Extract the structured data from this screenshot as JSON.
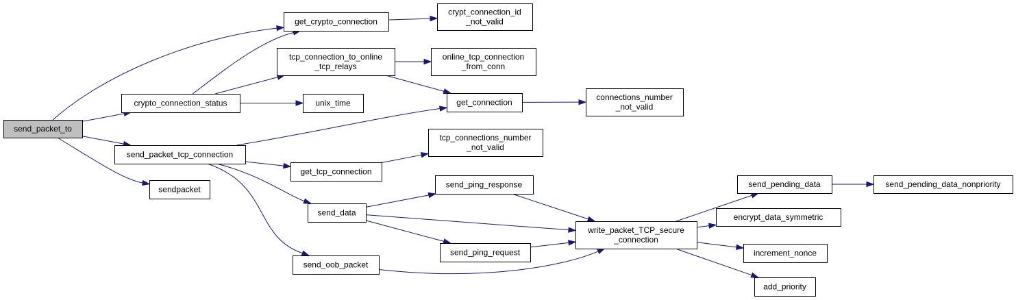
{
  "nodes": [
    {
      "id": "send_packet_to",
      "lines": [
        "send_packet_to"
      ],
      "root": true
    },
    {
      "id": "get_crypto_connection",
      "lines": [
        "get_crypto_connection"
      ]
    },
    {
      "id": "crypt_connection_id_not_valid",
      "lines": [
        "crypt_connection_id",
        "_not_valid"
      ]
    },
    {
      "id": "tcp_connection_to_online_tcp_relays",
      "lines": [
        "tcp_connection_to_online",
        "_tcp_relays"
      ]
    },
    {
      "id": "online_tcp_connection_from_conn",
      "lines": [
        "online_tcp_connection",
        "_from_conn"
      ]
    },
    {
      "id": "crypto_connection_status",
      "lines": [
        "crypto_connection_status"
      ]
    },
    {
      "id": "unix_time",
      "lines": [
        "unix_time"
      ]
    },
    {
      "id": "get_connection",
      "lines": [
        "get_connection"
      ]
    },
    {
      "id": "connections_number_not_valid",
      "lines": [
        "connections_number",
        "_not_valid"
      ]
    },
    {
      "id": "send_packet_tcp_connection",
      "lines": [
        "send_packet_tcp_connection"
      ]
    },
    {
      "id": "tcp_connections_number_not_valid",
      "lines": [
        "tcp_connections_number",
        "_not_valid"
      ]
    },
    {
      "id": "get_tcp_connection",
      "lines": [
        "get_tcp_connection"
      ]
    },
    {
      "id": "sendpacket",
      "lines": [
        "sendpacket"
      ]
    },
    {
      "id": "send_ping_response",
      "lines": [
        "send_ping_response"
      ]
    },
    {
      "id": "send_data",
      "lines": [
        "send_data"
      ]
    },
    {
      "id": "send_ping_request",
      "lines": [
        "send_ping_request"
      ]
    },
    {
      "id": "send_oob_packet",
      "lines": [
        "send_oob_packet"
      ]
    },
    {
      "id": "write_packet_TCP_secure_connection",
      "lines": [
        "write_packet_TCP_secure",
        "_connection"
      ]
    },
    {
      "id": "send_pending_data",
      "lines": [
        "send_pending_data"
      ]
    },
    {
      "id": "send_pending_data_nonpriority",
      "lines": [
        "send_pending_data_nonpriority"
      ]
    },
    {
      "id": "encrypt_data_symmetric",
      "lines": [
        "encrypt_data_symmetric"
      ]
    },
    {
      "id": "increment_nonce",
      "lines": [
        "increment_nonce"
      ]
    },
    {
      "id": "add_priority",
      "lines": [
        "add_priority"
      ]
    }
  ],
  "edges": [
    {
      "from": "send_packet_to",
      "to": "get_crypto_connection"
    },
    {
      "from": "send_packet_to",
      "to": "crypto_connection_status"
    },
    {
      "from": "send_packet_to",
      "to": "send_packet_tcp_connection"
    },
    {
      "from": "send_packet_to",
      "to": "sendpacket"
    },
    {
      "from": "get_crypto_connection",
      "to": "crypt_connection_id_not_valid"
    },
    {
      "from": "crypto_connection_status",
      "to": "get_crypto_connection"
    },
    {
      "from": "crypto_connection_status",
      "to": "tcp_connection_to_online_tcp_relays"
    },
    {
      "from": "crypto_connection_status",
      "to": "unix_time"
    },
    {
      "from": "tcp_connection_to_online_tcp_relays",
      "to": "online_tcp_connection_from_conn"
    },
    {
      "from": "tcp_connection_to_online_tcp_relays",
      "to": "get_connection"
    },
    {
      "from": "get_connection",
      "to": "connections_number_not_valid"
    },
    {
      "from": "send_packet_tcp_connection",
      "to": "get_connection"
    },
    {
      "from": "send_packet_tcp_connection",
      "to": "get_tcp_connection"
    },
    {
      "from": "send_packet_tcp_connection",
      "to": "send_data"
    },
    {
      "from": "send_packet_tcp_connection",
      "to": "send_oob_packet"
    },
    {
      "from": "get_tcp_connection",
      "to": "tcp_connections_number_not_valid"
    },
    {
      "from": "send_data",
      "to": "send_ping_response"
    },
    {
      "from": "send_data",
      "to": "write_packet_TCP_secure_connection"
    },
    {
      "from": "send_data",
      "to": "send_ping_request"
    },
    {
      "from": "send_ping_response",
      "to": "write_packet_TCP_secure_connection"
    },
    {
      "from": "send_ping_request",
      "to": "write_packet_TCP_secure_connection"
    },
    {
      "from": "send_oob_packet",
      "to": "write_packet_TCP_secure_connection"
    },
    {
      "from": "write_packet_TCP_secure_connection",
      "to": "send_pending_data"
    },
    {
      "from": "write_packet_TCP_secure_connection",
      "to": "encrypt_data_symmetric"
    },
    {
      "from": "write_packet_TCP_secure_connection",
      "to": "increment_nonce"
    },
    {
      "from": "write_packet_TCP_secure_connection",
      "to": "add_priority"
    },
    {
      "from": "send_pending_data",
      "to": "send_pending_data_nonpriority"
    }
  ],
  "colors": {
    "edge": "#191970",
    "root_fill": "#bfbfbf",
    "node_fill": "#ffffff",
    "border": "#000000"
  }
}
